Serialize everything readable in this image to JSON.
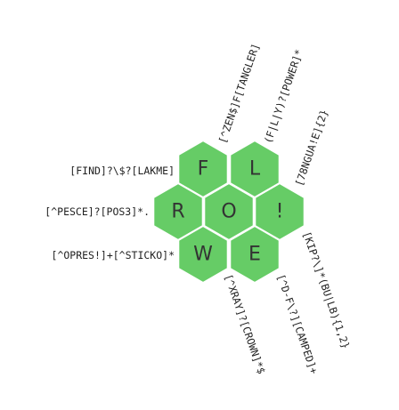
{
  "colors": {
    "hex_fill": "#66cc66",
    "hex_stroke": "#ffffff",
    "text": "#222222"
  },
  "cells": [
    {
      "id": "top-left",
      "letter": "F"
    },
    {
      "id": "top-right",
      "letter": "L"
    },
    {
      "id": "mid-left",
      "letter": "R"
    },
    {
      "id": "center",
      "letter": "O"
    },
    {
      "id": "mid-right",
      "letter": "!"
    },
    {
      "id": "bottom-left",
      "letter": "W"
    },
    {
      "id": "bottom-right",
      "letter": "E"
    }
  ],
  "clues": {
    "left_top": "[FIND]?\\$?[LAKME]",
    "left_mid": "[^PESCE]?[POS3]*.",
    "left_bottom": "[^OPRES!]+[^STICKO]*",
    "diag_up_1": "[^ZEN$]F[TANGLER]",
    "diag_up_2": "(F|L|Y)?[POWER]*",
    "diag_up_3": "[78NGUA!E]{2}",
    "diag_down_1": "[^XRAY]?[CROWN]*$",
    "diag_down_2": "[^D-F\\?][CAMPED]+",
    "diag_down_3": "[KIP?\\]*(BU|LB){1,2}"
  }
}
